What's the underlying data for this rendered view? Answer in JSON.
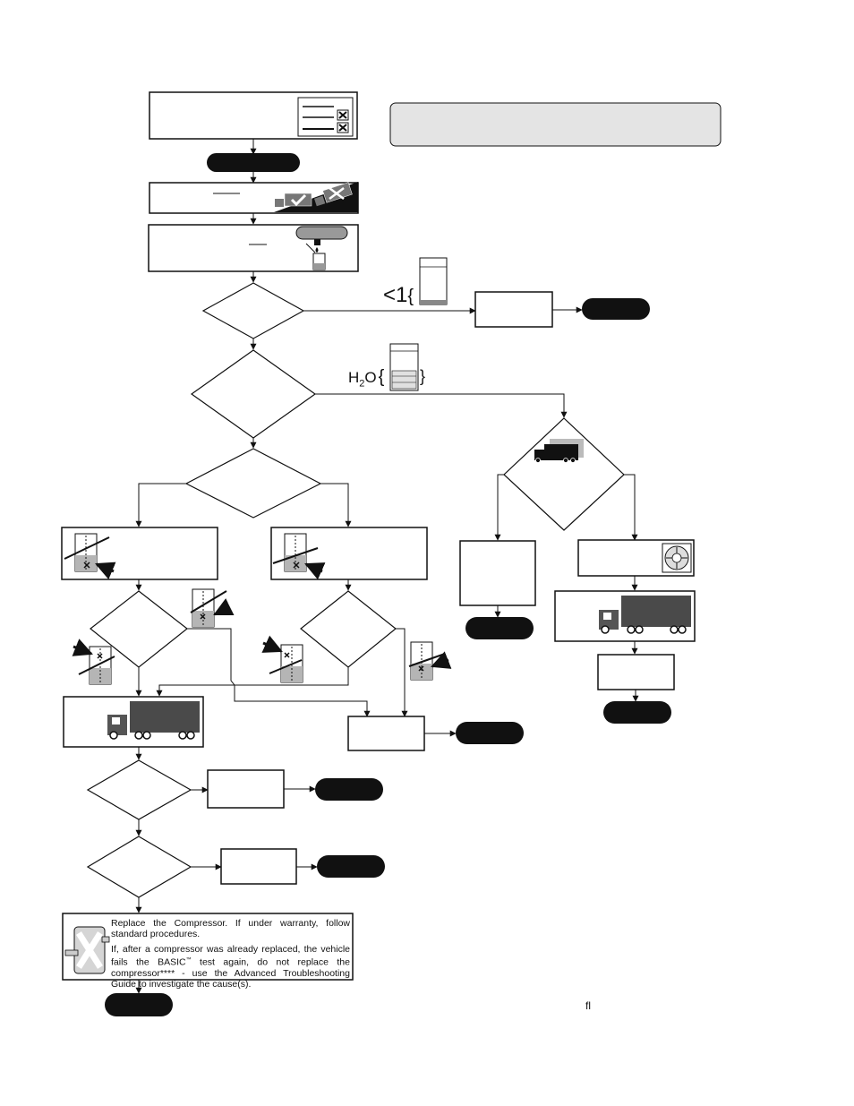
{
  "glyphs": {
    "less_than_one": "<1",
    "h2o": "H",
    "h2o_sub": "2",
    "h2o_o": "O",
    "open_brace": "{",
    "close_brace": "}",
    "corner_mark": "ﬂ"
  },
  "final_box": {
    "line1": "Replace the Compressor.  If under warranty, follow standard procedures.",
    "line2": "If, after a compressor was already replaced, the vehicle fails the BASIC",
    "tm": "™",
    "line2b": " test again, do not replace the compressor**** - use the Advanced Troubleshooting Guide to investigate the cause(s)."
  },
  "colors": {
    "ink": "#111111",
    "pill": "#111111",
    "note_fill": "#e4e4e4",
    "trailer": "#4a4a4a",
    "tank_fill": "#b5b5b5"
  }
}
